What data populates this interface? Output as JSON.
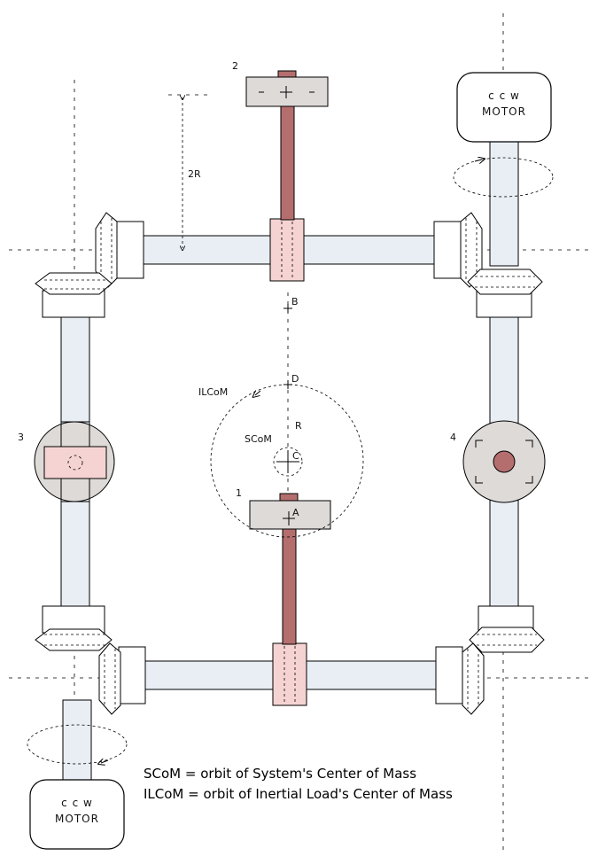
{
  "labels": {
    "weight_top": "2",
    "weight_bottom": "1",
    "disk_left": "3",
    "disk_right": "4",
    "dim": "2R",
    "radius": "R",
    "point_b": "B",
    "point_d": "D",
    "point_c": "C",
    "point_a": "A",
    "ilcom": "ILCoM",
    "scom": "SCoM"
  },
  "motors": {
    "top_right": {
      "line1": "c  c  w",
      "line2": "MOTOR"
    },
    "bottom_left": {
      "line1": "c  c  w",
      "line2": "MOTOR"
    }
  },
  "legend": {
    "line1": "SCoM = orbit of System's Center of Mass",
    "line2": "ILCoM = orbit of Inertial Load's Center of Mass"
  }
}
